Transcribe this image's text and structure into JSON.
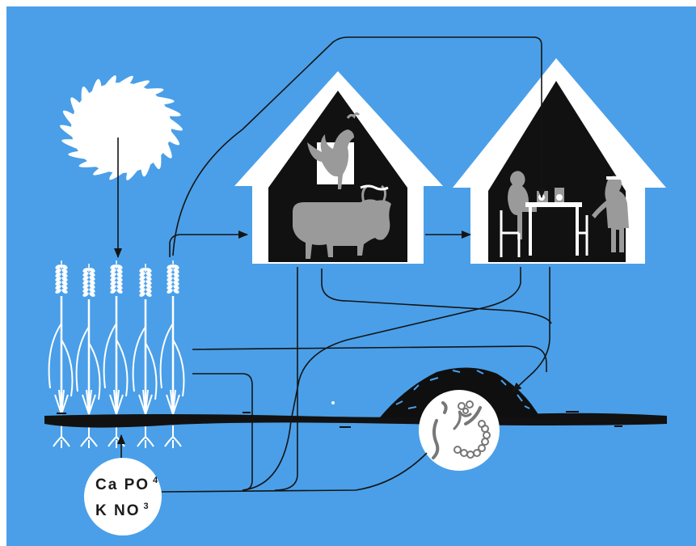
{
  "colors": {
    "background": "#4a9fe8",
    "arrow": "#141414",
    "soil": "#111111",
    "house_wall": "#ffffff",
    "house_interior": "#111111",
    "figures": "#9a9a9a",
    "sun": "#ffffff"
  },
  "icons": [
    "sun-icon",
    "wheat-plants-icon",
    "barn-icon",
    "rooster-icon",
    "cow-icon",
    "farmhouse-icon",
    "people-at-table-icon",
    "compost-heap-icon",
    "microbes-icon",
    "minerals-icon"
  ],
  "minerals": {
    "line1_text": "Ca PO",
    "line1_sub": "4",
    "line2_text": "K NO",
    "line2_sub": "3"
  }
}
